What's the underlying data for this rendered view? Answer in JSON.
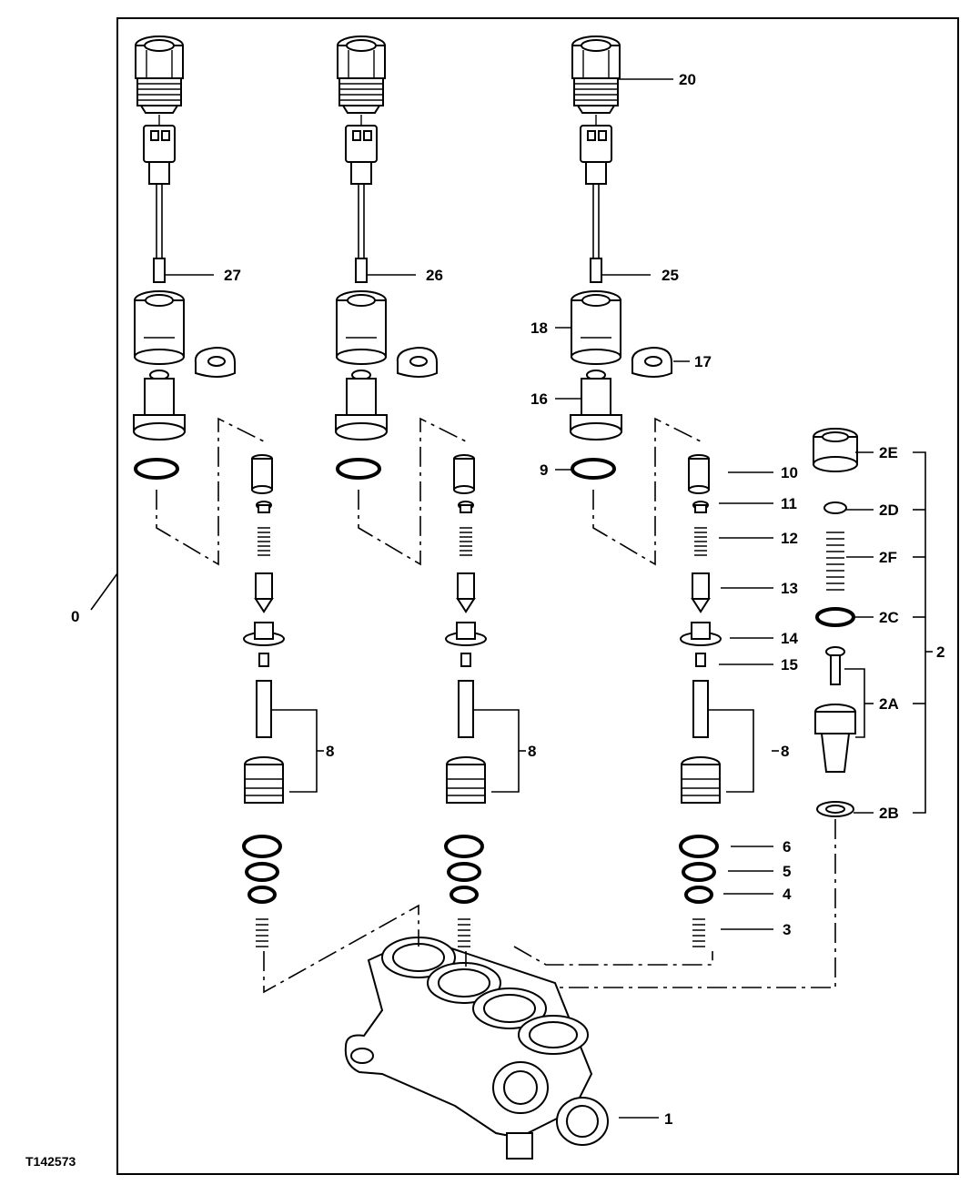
{
  "figure_id": "T142573",
  "callouts": {
    "c0": "0",
    "c1": "1",
    "c2": "2",
    "c2A": "2A",
    "c2B": "2B",
    "c2C": "2C",
    "c2D": "2D",
    "c2E": "2E",
    "c2F": "2F",
    "c3": "3",
    "c4": "4",
    "c5": "5",
    "c6": "6",
    "c8a": "8",
    "c8b": "8",
    "c8c": "8",
    "c9": "9",
    "c10": "10",
    "c11": "11",
    "c12": "12",
    "c13": "13",
    "c14": "14",
    "c15": "15",
    "c16": "16",
    "c17": "17",
    "c18": "18",
    "c20": "20",
    "c25": "25",
    "c26": "26",
    "c27": "27"
  }
}
